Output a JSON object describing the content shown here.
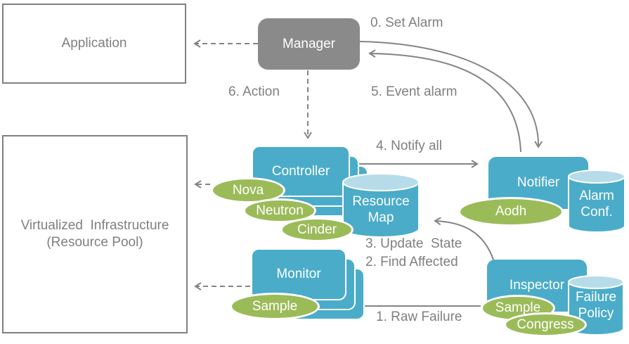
{
  "diagram": {
    "colors": {
      "component_blue": "#4AACC8",
      "plugin_green": "#9BBB59",
      "manager_gray": "#8A8A8A",
      "cylinder_top_blue": "#B7DCE9",
      "label_gray": "#7F7F7F",
      "arrow_gray": "#848484",
      "node_text": "#FFFFFF"
    },
    "nodes": {
      "application": "Application",
      "virtualized_infrastructure_line1": "Virtualized  Infrastructure",
      "virtualized_infrastructure_line2": "(Resource Pool)",
      "manager": "Manager",
      "controller": "Controller",
      "monitor": "Monitor",
      "notifier": "Notifier",
      "inspector": "Inspector"
    },
    "datastores": {
      "resource_map_line1": "Resource",
      "resource_map_line2": "Map",
      "alarm_conf_line1": "Alarm",
      "alarm_conf_line2": "Conf.",
      "failure_policy_line1": "Failure",
      "failure_policy_line2": "Policy"
    },
    "plugins": {
      "nova": "Nova",
      "neutron": "Neutron",
      "cinder": "Cinder",
      "monitor_sample": "Sample",
      "aodh": "Aodh",
      "inspector_sample": "Sample",
      "congress": "Congress"
    },
    "steps": {
      "set_alarm": "0. Set Alarm",
      "raw_failure": "1. Raw Failure",
      "find_affected": "2. Find Affected",
      "update_state": "3. Update  State",
      "notify_all": "4. Notify all",
      "event_alarm": "5. Event alarm",
      "action": "6. Action"
    }
  }
}
